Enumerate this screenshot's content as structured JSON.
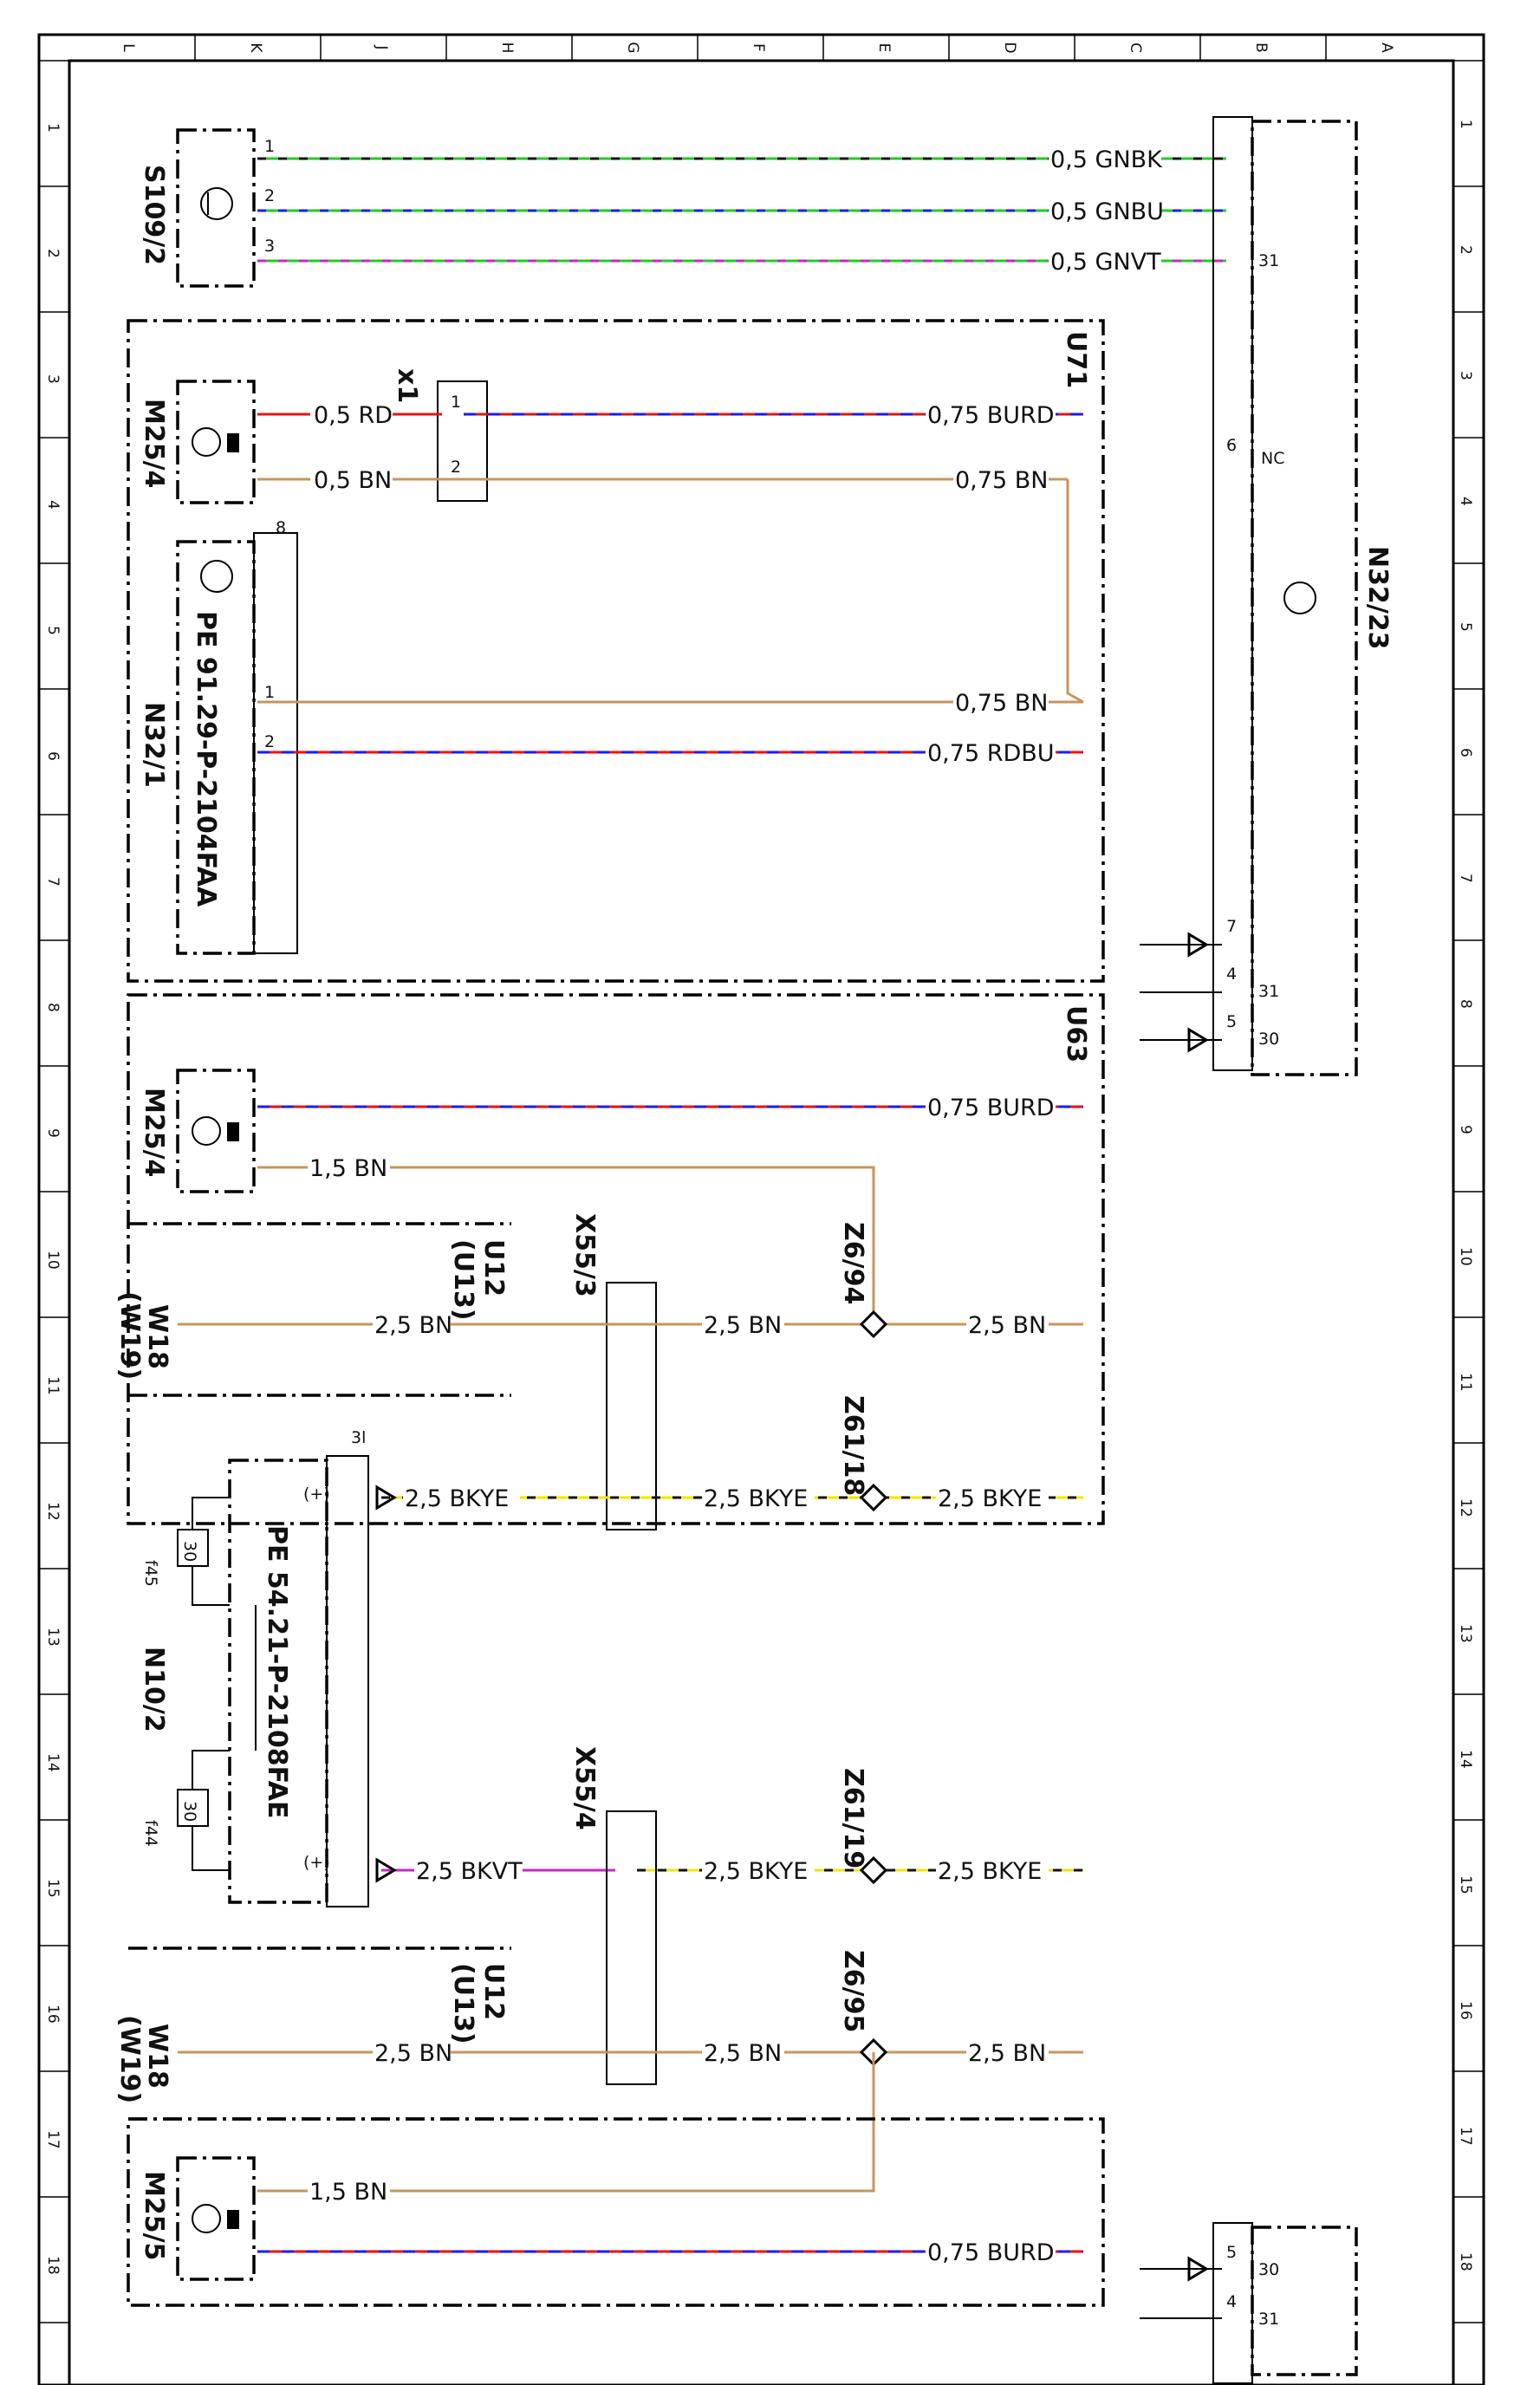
{
  "columns": [
    "L",
    "K",
    "J",
    "H",
    "G",
    "F",
    "E",
    "D",
    "C",
    "B",
    "A"
  ],
  "rows": [
    "1",
    "2",
    "3",
    "4",
    "5",
    "6",
    "7",
    "8",
    "9",
    "10",
    "11",
    "12",
    "13",
    "14",
    "15",
    "16",
    "17",
    "18"
  ],
  "components": {
    "s109_2": "S109/2",
    "m25_4_top": "M25/4",
    "x1": "x1",
    "n32_1": "N32/1",
    "n32_1_ref": "PE 91.29-P-2104FAA",
    "u71": "U71",
    "n32_23": "N32/23",
    "u63": "U63",
    "m25_4_mid": "M25/4",
    "u12_top": "U12",
    "u13_top": "(U13)",
    "x55_3": "X55/3",
    "z6_94": "Z6/94",
    "w18_top": "W18",
    "w19_top": "(W19)",
    "z61_18": "Z61/18",
    "n10_2": "N10/2",
    "n10_2_ref": "PE 54.21-P-2108FAE",
    "f45": "f45",
    "f44": "f44",
    "fuse_rating": "30",
    "x55_4": "X55/4",
    "z61_19": "Z61/19",
    "u12_bot": "U12",
    "u13_bot": "(U13)",
    "z6_95": "Z6/95",
    "w18_bot": "W18",
    "w19_bot": "(W19)",
    "m25_5": "M25/5"
  },
  "wire_labels": {
    "gnbk": "0,5 GNBK",
    "gnbu": "0,5 GNBU",
    "gnvt": "0,5 GNVT",
    "rd05": "0,5 RD",
    "bn05": "0,5 BN",
    "burd075_a": "0,75 BURD",
    "bn075_a": "0,75 BN",
    "bn075_b": "0,75 BN",
    "rdbu075": "0,75 RDBU",
    "burd075_b": "0,75 BURD",
    "bn15_a": "1,5 BN",
    "bn25_a": "2,5 BN",
    "bn25_b": "2,5 BN",
    "bn25_c": "2,5 BN",
    "bkye25_a": "2,5 BKYE",
    "bkye25_b": "2,5 BKYE",
    "bkye25_c": "2,5 BKYE",
    "bkvt25": "2,5 BKVT",
    "bkye25_d": "2,5 BKYE",
    "bkye25_e": "2,5 BKYE",
    "bn25_d": "2,5 BN",
    "bn25_e": "2,5 BN",
    "bn25_f": "2,5 BN",
    "bn15_b": "1,5 BN",
    "burd075_c": "0,75 BURD"
  },
  "terminals": {
    "t31": "31",
    "t30": "30",
    "nc": "NC"
  },
  "pins": {
    "p1": "1",
    "p2": "2",
    "p3": "3",
    "p4": "4",
    "p5": "5",
    "p6": "6",
    "p7": "7",
    "p8": "8",
    "p3l": "3l",
    "plus": "(+)"
  },
  "colors": {
    "green": "#22cc22",
    "blue": "#1a1aff",
    "violet": "#cc22cc",
    "red": "#ee1111",
    "brown": "#c8955a",
    "yellow": "#f2e600",
    "black": "#111111"
  }
}
